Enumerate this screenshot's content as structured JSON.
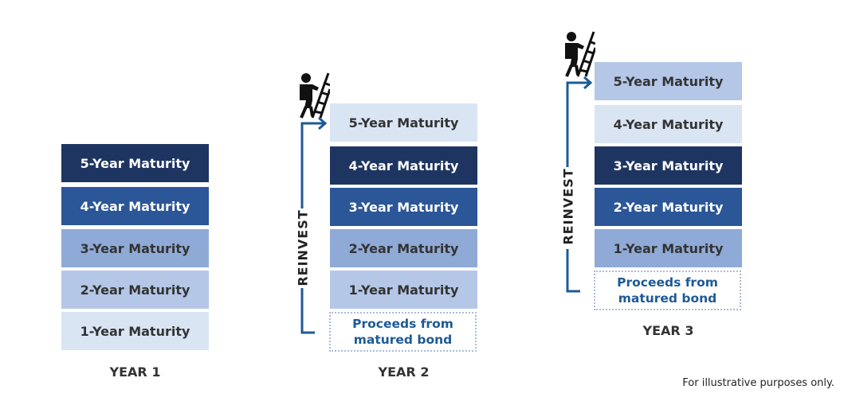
{
  "columns": [
    {
      "year": "YEAR 1",
      "boxes": [
        "5-Year Maturity",
        "4-Year Maturity",
        "3-Year Maturity",
        "2-Year Maturity",
        "1-Year Maturity"
      ]
    },
    {
      "year": "YEAR 2",
      "boxes": [
        "5-Year Maturity",
        "4-Year Maturity",
        "3-Year Maturity",
        "2-Year Maturity",
        "1-Year Maturity"
      ],
      "proceeds": "Proceeds from matured bond",
      "reinvest": "REINVEST"
    },
    {
      "year": "YEAR 3",
      "boxes": [
        "5-Year Maturity",
        "4-Year Maturity",
        "3-Year Maturity",
        "2-Year Maturity",
        "1-Year Maturity"
      ],
      "proceeds": "Proceeds from matured bond",
      "reinvest": "REINVEST"
    }
  ],
  "footnote": "For illustrative purposes only.",
  "colors": {
    "navy": "#1e3561",
    "blue": "#2b5697",
    "medium": "#8faad7",
    "light": "#b5c7e7",
    "lightest": "#dae5f4",
    "arrow": "#1d5a96"
  }
}
